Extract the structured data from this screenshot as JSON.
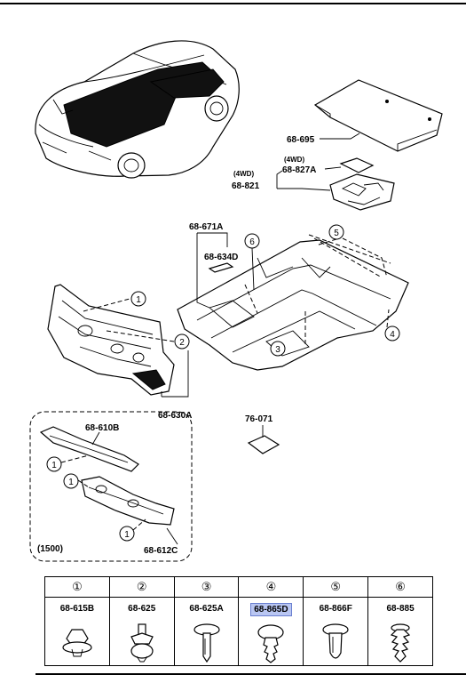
{
  "labels": {
    "l68695": "68-695",
    "l68827a": "68-827A",
    "l4wd_a": "(4WD)",
    "l4wd_b": "(4WD)",
    "l68821": "68-821",
    "l68671a": "68-671A",
    "l68634d": "68-634D",
    "l68630a": "68-630A",
    "l76071": "76-071",
    "l68610b": "68-610B",
    "l68612c": "68-612C",
    "l1500": "(1500)"
  },
  "callouts": {
    "c1": "1",
    "c2": "2",
    "c3": "3",
    "c4": "4",
    "c5": "5",
    "c6": "6"
  },
  "legend": {
    "items": [
      {
        "num": "①",
        "code": "68-615B",
        "icon": "push-clip-hex-icon"
      },
      {
        "num": "②",
        "code": "68-625",
        "icon": "wing-clip-icon"
      },
      {
        "num": "③",
        "code": "68-625A",
        "icon": "mushroom-clip-icon"
      },
      {
        "num": "④",
        "code": "68-865D",
        "icon": "fir-tree-clip-icon",
        "highlighted": true
      },
      {
        "num": "⑤",
        "code": "68-866F",
        "icon": "round-head-clip-icon"
      },
      {
        "num": "⑥",
        "code": "68-885",
        "icon": "christmas-tree-clip-icon"
      }
    ]
  },
  "colors": {
    "highlight": "#b9c6f2",
    "ink": "#000000"
  }
}
